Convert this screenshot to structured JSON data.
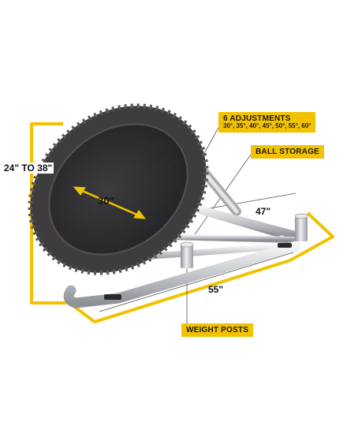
{
  "callouts": {
    "adjustments_title": "6 ADJUSTMENTS",
    "adjustments_values": "30°, 35°, 40°, 45°, 50°, 55°, 60°",
    "ball_storage": "BALL STORAGE",
    "weight_posts": "WEIGHT POSTS"
  },
  "dimensions": {
    "height": "24\" TO 38\"",
    "diameter": "30\"",
    "width": "47\"",
    "depth": "55\""
  },
  "colors": {
    "accent": "#f2c200",
    "frame": "#c9ccd0",
    "mat": "#2a2a2c",
    "cover": "#4a4749"
  }
}
